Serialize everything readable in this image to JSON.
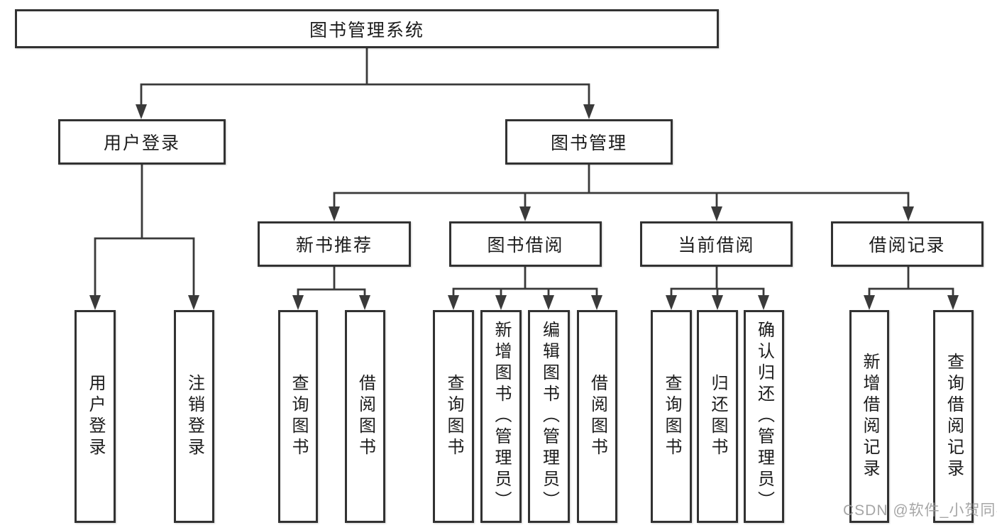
{
  "diagram": {
    "title": "图书管理系统",
    "tree": {
      "root": {
        "label": "图书管理系统",
        "children": [
          {
            "label": "用户登录",
            "children": [
              {
                "label": "用户登录"
              },
              {
                "label": "注销登录"
              }
            ]
          },
          {
            "label": "图书管理",
            "children": [
              {
                "label": "新书推荐",
                "children": [
                  {
                    "label": "查询图书"
                  },
                  {
                    "label": "借阅图书"
                  }
                ]
              },
              {
                "label": "图书借阅",
                "children": [
                  {
                    "label": "查询图书"
                  },
                  {
                    "label": "新增图书（管理员）"
                  },
                  {
                    "label": "编辑图书（管理员）"
                  },
                  {
                    "label": "借阅图书"
                  }
                ]
              },
              {
                "label": "当前借阅",
                "children": [
                  {
                    "label": "查询图书"
                  },
                  {
                    "label": "归还图书"
                  },
                  {
                    "label": "确认归还（管理员）"
                  }
                ]
              },
              {
                "label": "借阅记录",
                "children": [
                  {
                    "label": "新增借阅记录"
                  },
                  {
                    "label": "查询借阅记录"
                  }
                ]
              }
            ]
          }
        ]
      }
    },
    "colors": {
      "line": "#3a3a3a",
      "box_border": "#323232",
      "text": "#1c1c1c",
      "watermark": "#9e9e9e",
      "background": "#ffffff"
    }
  },
  "watermark": {
    "text": "CSDN @软件_小贺同学"
  }
}
